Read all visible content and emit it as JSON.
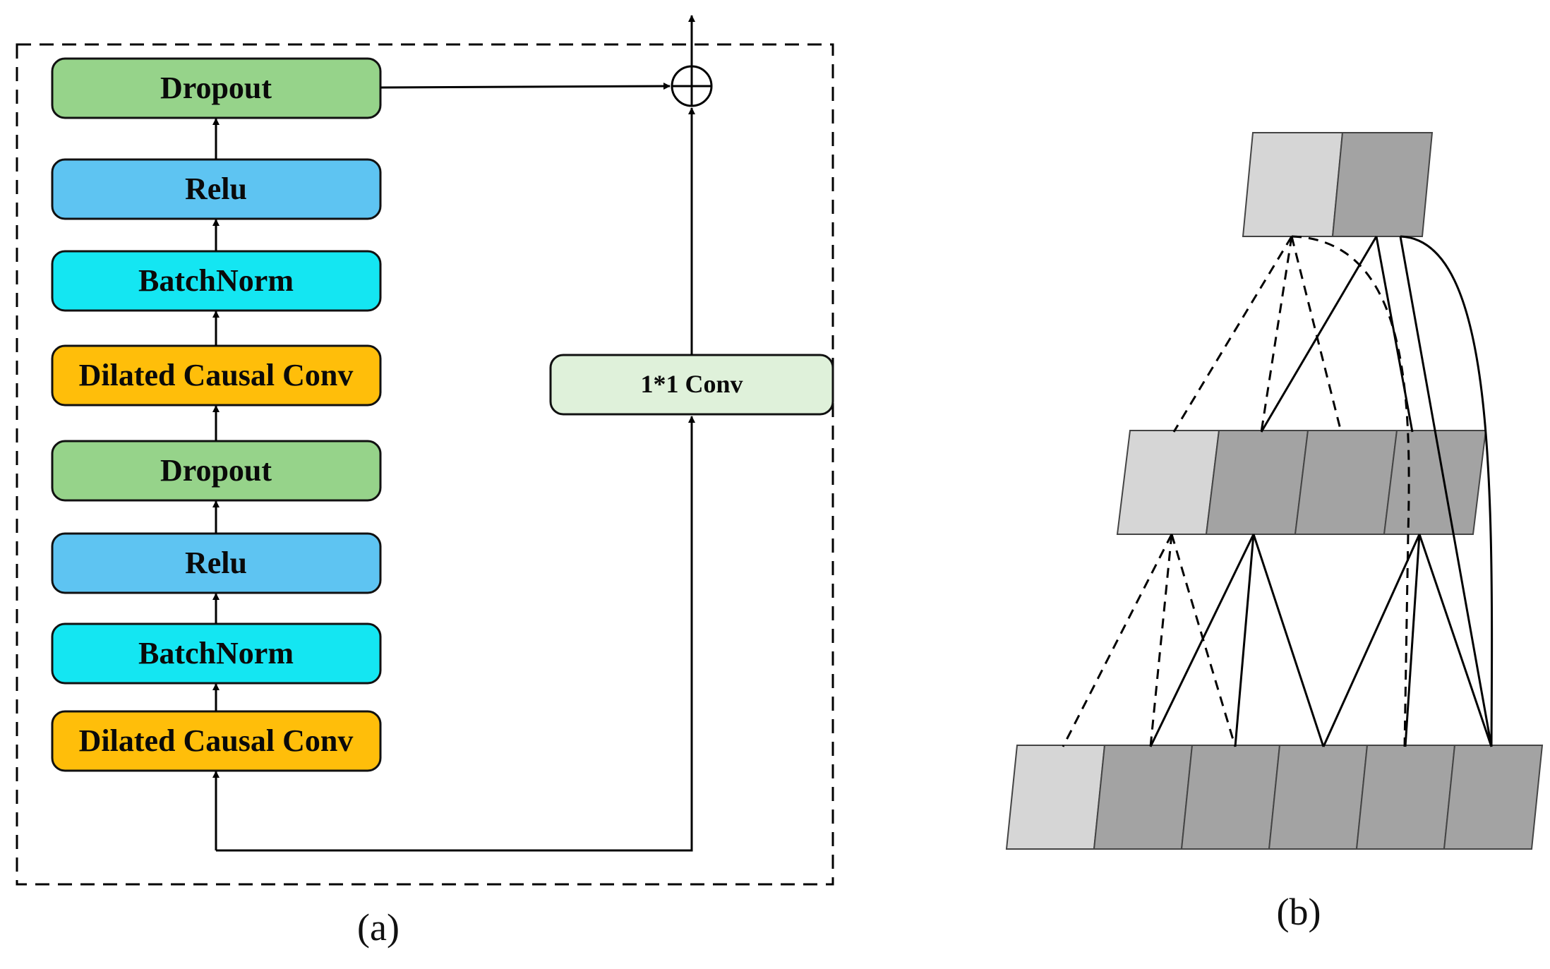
{
  "panel_a": {
    "caption": "(a)",
    "blocks": [
      {
        "label": "Dropout",
        "color": "#96d38a"
      },
      {
        "label": "Relu",
        "color": "#5ec4f2"
      },
      {
        "label": "BatchNorm",
        "color": "#14e6f2"
      },
      {
        "label": "Dilated Causal Conv",
        "color": "#ffbe0a"
      },
      {
        "label": "Dropout",
        "color": "#96d38a"
      },
      {
        "label": "Relu",
        "color": "#5ec4f2"
      },
      {
        "label": "BatchNorm",
        "color": "#14e6f2"
      },
      {
        "label": "Dilated Causal Conv",
        "color": "#ffbe0a"
      }
    ],
    "residual_conv": {
      "label": "1*1 Conv",
      "color": "#dff1da"
    },
    "sum_symbol": "⊕"
  },
  "panel_b": {
    "caption": "(b)",
    "colors": {
      "light_cell": "#d6d6d6",
      "dark_cell": "#a3a3a3"
    },
    "layers": [
      {
        "cells": [
          "light",
          "dark"
        ]
      },
      {
        "cells": [
          "light",
          "dark",
          "dark",
          "dark"
        ]
      },
      {
        "cells": [
          "light",
          "dark",
          "dark",
          "dark",
          "dark",
          "dark"
        ]
      }
    ]
  }
}
